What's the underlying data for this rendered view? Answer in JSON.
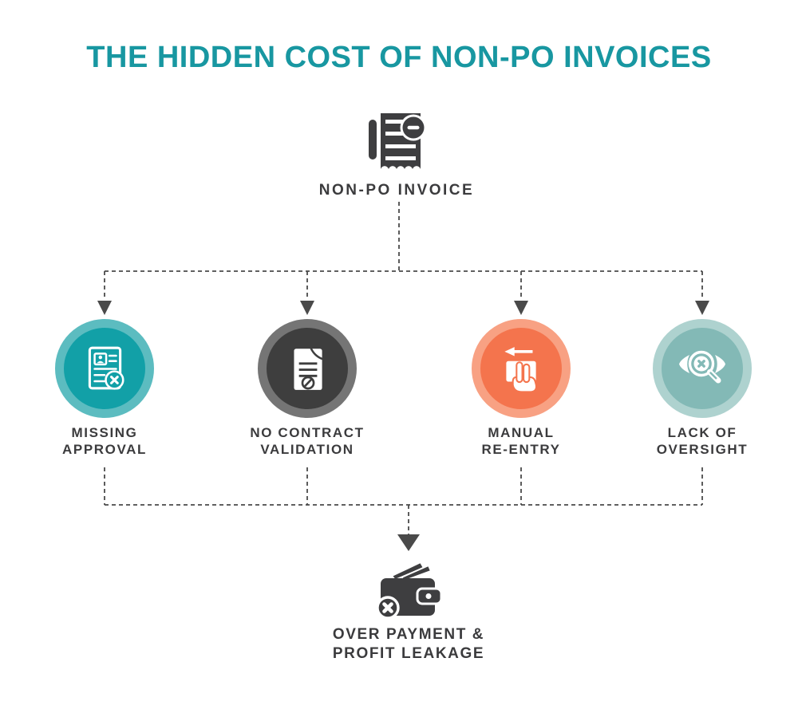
{
  "title": {
    "text": "THE HIDDEN COST OF NON-PO INVOICES",
    "color": "#1897a1"
  },
  "root_node": {
    "label": "NON-PO INVOICE",
    "icon": "non-po-invoice-receipt-icon"
  },
  "causes": [
    {
      "lines": [
        "MISSING",
        "APPROVAL"
      ],
      "circle_color": "#12a0a7",
      "ring_color": "#5cbcc0",
      "icon": "rejected-approval-document-icon"
    },
    {
      "lines": [
        "NO CONTRACT",
        "VALIDATION"
      ],
      "circle_color": "#3e3e3e",
      "ring_color": "#757575",
      "icon": "invalid-contract-document-icon"
    },
    {
      "lines": [
        "MANUAL",
        "RE-ENTRY"
      ],
      "circle_color": "#f4744d",
      "ring_color": "#f8a183",
      "icon": "manual-entry-swipe-hand-icon"
    },
    {
      "lines": [
        "LACK OF",
        "OVERSIGHT"
      ],
      "circle_color": "#83b9b6",
      "ring_color": "#aed2cf",
      "icon": "oversight-eye-magnifier-icon"
    }
  ],
  "result_node": {
    "lines": [
      "OVER PAYMENT &",
      "PROFIT LEAKAGE"
    ],
    "icon": "overpayment-wallet-icon"
  },
  "colors": {
    "text": "#3b3b3d",
    "connector": "#4a4a4a",
    "icon_dark": "#3e3e40",
    "background": "#ffffff"
  }
}
